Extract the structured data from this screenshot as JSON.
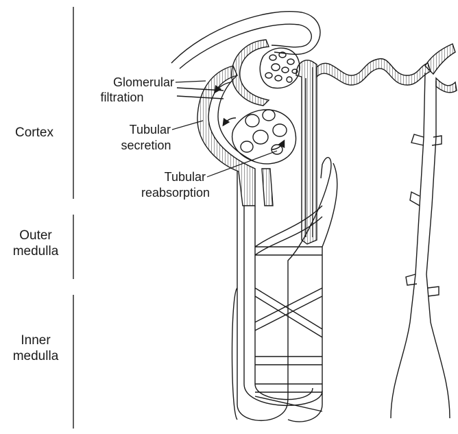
{
  "regions": {
    "cortex": "Cortex",
    "outer_medulla_1": "Outer",
    "outer_medulla_2": "medulla",
    "inner_medulla_1": "Inner",
    "inner_medulla_2": "medulla"
  },
  "labels": {
    "glomerular_1": "Glomerular",
    "glomerular_2": "filtration",
    "secretion_1": "Tubular",
    "secretion_2": "secretion",
    "reabsorption_1": "Tubular",
    "reabsorption_2": "reabsorption"
  },
  "colors": {
    "ink": "#1a1a1a",
    "background": "#ffffff"
  }
}
